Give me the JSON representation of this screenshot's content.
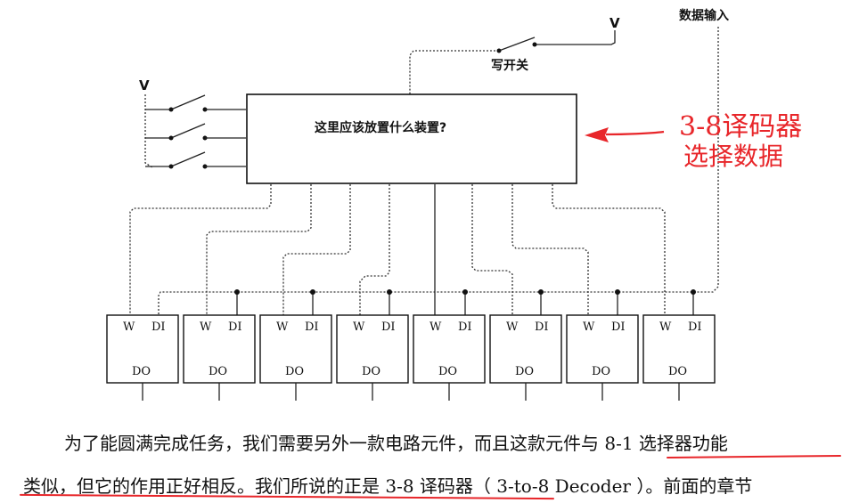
{
  "labels": {
    "data_input": "数据输入",
    "write_switch": "写开关",
    "v_top": "V",
    "v_left": "V",
    "question": "这里应该放置什么装置?",
    "annotation_line1": "3-8译码器",
    "annotation_line2": "选择数据",
    "w": "W",
    "di": "DI",
    "do": "DO"
  },
  "paragraph": {
    "line1": "为了能圆满完成任务，我们需要另外一款电路元件，而且这款元件与 8-1 选择器功能",
    "line2_part1": "类似，但它的作用正好相反。我们所说的正是 3-8 译码器",
    "line2_part2": "（ 3-to-8 Decoder ）。前面的章节"
  },
  "colors": {
    "annotation": "#e8262a",
    "ink": "#111111"
  }
}
